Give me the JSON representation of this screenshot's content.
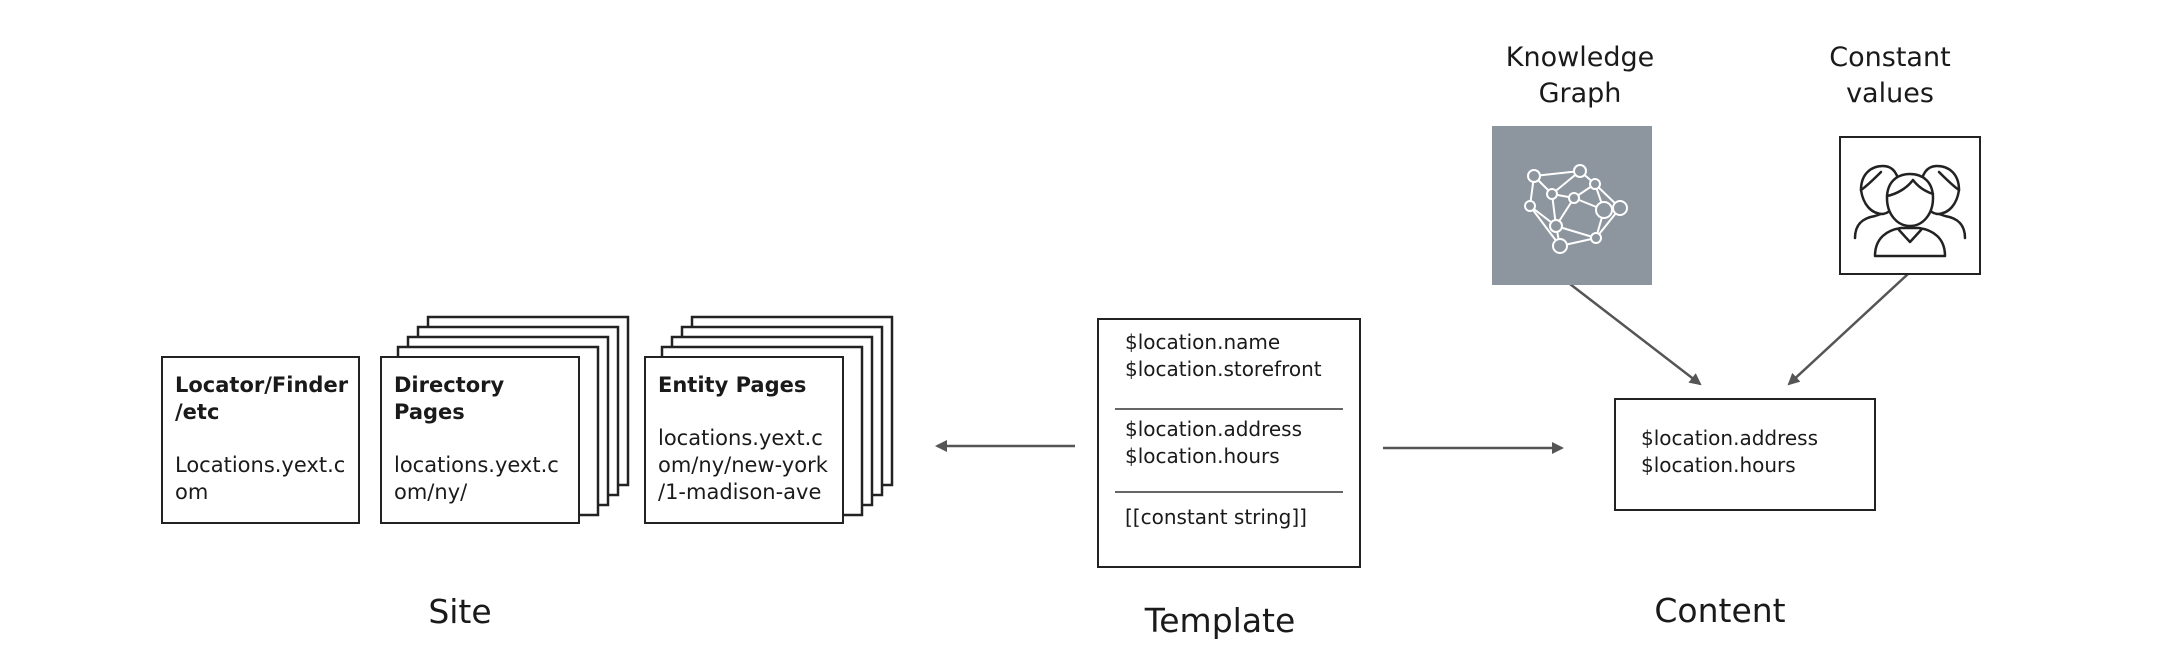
{
  "site": {
    "caption": "Site",
    "locator": {
      "title_line1": "Locator/Finder",
      "title_line2": "/etc",
      "url_line1": "Locations.yext.c",
      "url_line2": "om"
    },
    "directory": {
      "title_line1": "Directory",
      "title_line2": "Pages",
      "url_line1": "locations.yext.c",
      "url_line2": "om/ny/"
    },
    "entity": {
      "title": "Entity Pages",
      "url_line1": "locations.yext.c",
      "url_line2": "om/ny/new-york",
      "url_line3": "/1-madison-ave"
    }
  },
  "template": {
    "caption": "Template",
    "section1": [
      "$location.name",
      "$location.storefront"
    ],
    "section2": [
      "$location.address",
      "$location.hours"
    ],
    "section3": [
      "[[constant string]]"
    ]
  },
  "content": {
    "caption": "Content",
    "lines": [
      "$location.address",
      "$location.hours"
    ],
    "knowledge_graph": {
      "label_line1": "Knowledge",
      "label_line2": "Graph",
      "icon": "network-graph-icon"
    },
    "constant_values": {
      "label_line1": "Constant",
      "label_line2": "values",
      "icon": "people-group-icon"
    }
  },
  "colors": {
    "kg_fill": "#8d959e",
    "arrow": "#555555",
    "border": "#222222"
  }
}
